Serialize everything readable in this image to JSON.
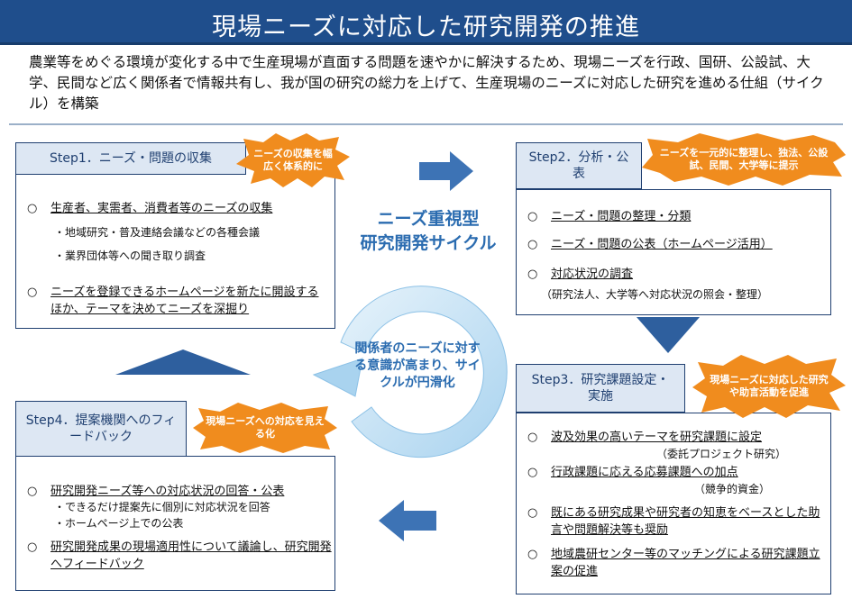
{
  "title": "現場ニーズに対応した研究開発の推進",
  "intro": "農業等をめぐる環境が変化する中で生産現場が直面する問題を速やかに解決するため、現場ニーズを行政、国研、公設試、大学、民間など広く関係者で情報共有し、我が国の研究の総力を上げて、生産現場のニーズに対応した研究を進める仕組（サイクル）を構築",
  "colors": {
    "title_bg": "#1f4e8c",
    "accent_blue": "#2b6cb0",
    "burst_orange": "#f08c1e",
    "box_border": "#1f3f70",
    "head_bg": "#dde7f3",
    "cycle_light": "#cfe6f7"
  },
  "center": {
    "title_line1": "ニーズ重視型",
    "title_line2": "研究開発サイクル",
    "text": "関係者のニーズに対する意識が高まり、サイクルが円滑化"
  },
  "step1": {
    "heading": "Step1．ニーズ・問題の収集",
    "badge": "ニーズの収集を幅広く体系的に",
    "items": [
      {
        "bullet": "○",
        "text": "生産者、実需者、消費者等のニーズの収集"
      },
      {
        "bullet": "○",
        "text": "ニーズを登録できるホームページを新たに開設するほか、テーマを決めてニーズを深掘り"
      }
    ],
    "subs": [
      "・地域研究・普及連絡会議などの各種会議",
      "・業界団体等への聞き取り調査"
    ]
  },
  "step2": {
    "heading": "Step2．分析・公表",
    "badge": "ニーズを一元的に整理し、独法、公設試、民間、大学等に提示",
    "items": [
      {
        "bullet": "○",
        "text": "ニーズ・問題の整理・分類"
      },
      {
        "bullet": "○",
        "text": "ニーズ・問題の公表（ホームページ活用）"
      },
      {
        "bullet": "○",
        "text": "対応状況の調査"
      }
    ],
    "subs": [
      "（研究法人、大学等へ対応状況の照会・整理）"
    ]
  },
  "step3": {
    "heading": "Step3．研究課題設定・実施",
    "badge": "現場ニーズに対応した研究や助言活動を促進",
    "items": [
      {
        "bullet": "○",
        "text": "波及効果の高いテーマを研究課題に設定"
      },
      {
        "bullet": "○",
        "text": "行政課題に応える応募課題への加点"
      },
      {
        "bullet": "○",
        "text": "既にある研究成果や研究者の知恵をベースとした助言や問題解決等も奨励"
      },
      {
        "bullet": "○",
        "text": "地域農研センター等のマッチングによる研究課題立案の促進"
      }
    ],
    "subs": [
      "（委託プロジェクト研究）",
      "（競争的資金）"
    ]
  },
  "step4": {
    "heading": "Step4．提案機関へのフィードバック",
    "badge": "現場ニーズへの対応を見える化",
    "items": [
      {
        "bullet": "○",
        "text": "研究開発ニーズ等への対応状況の回答・公表"
      },
      {
        "bullet": "○",
        "text": "研究開発成果の現場適用性について議論し、研究開発へフィードバック"
      }
    ],
    "subs": [
      "・できるだけ提案先に個別に対応状況を回答",
      "・ホームページ上での公表"
    ]
  }
}
